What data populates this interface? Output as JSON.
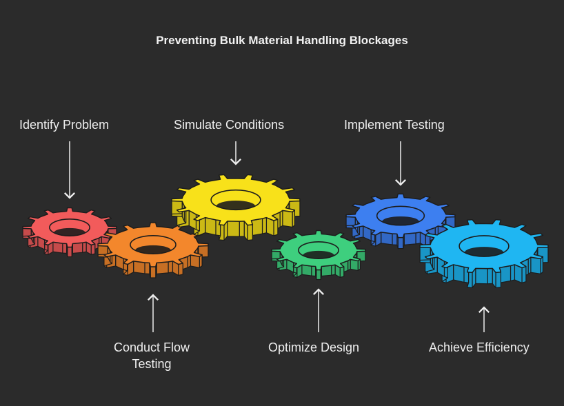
{
  "title": "Preventing Bulk Material Handling Blockages",
  "steps": [
    {
      "name": "Identify Problem",
      "color": "#f25b5b"
    },
    {
      "name": "Conduct Flow Testing",
      "color": "#f3872c",
      "lines": [
        "Conduct Flow",
        "Testing"
      ]
    },
    {
      "name": "Simulate Conditions",
      "color": "#f8e11a"
    },
    {
      "name": "Optimize Design",
      "color": "#3ecf7e"
    },
    {
      "name": "Implement Testing",
      "color": "#3d7ff0"
    },
    {
      "name": "Achieve Efficiency",
      "color": "#1fb6f2"
    }
  ]
}
